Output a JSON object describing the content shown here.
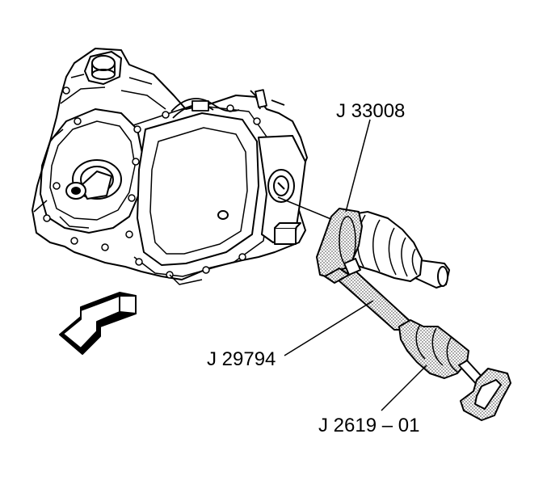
{
  "callouts": {
    "j33008": "J 33008",
    "j29794": "J 29794",
    "j2619": "J 2619 – 01"
  },
  "colors": {
    "ink": "#000000",
    "paper": "#ffffff",
    "stipple": "#9a9a9a"
  },
  "icons": {
    "direction_arrow": "front-direction-arrow-icon"
  }
}
